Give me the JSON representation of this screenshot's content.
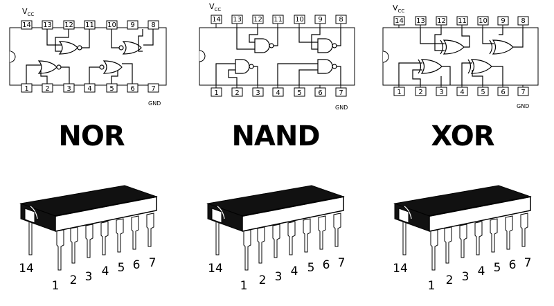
{
  "chips": [
    {
      "name": "NOR",
      "pins_top": [
        "14",
        "13",
        "12",
        "11",
        "10",
        "9",
        "8"
      ],
      "pins_bottom": [
        "1",
        "2",
        "3",
        "4",
        "5",
        "6",
        "7"
      ],
      "vcc": "V",
      "vcc_sub": "CC",
      "gnd": "GND"
    },
    {
      "name": "NAND",
      "pins_top": [
        "14",
        "13",
        "12",
        "11",
        "10",
        "9",
        "8"
      ],
      "pins_bottom": [
        "1",
        "2",
        "3",
        "4",
        "5",
        "6",
        "7"
      ],
      "vcc": "V",
      "vcc_sub": "CC",
      "gnd": "GND"
    },
    {
      "name": "XOR",
      "pins_top": [
        "14",
        "13",
        "12",
        "11",
        "10",
        "9",
        "8"
      ],
      "pins_bottom": [
        "1",
        "2",
        "3",
        "4",
        "5",
        "6",
        "7"
      ],
      "vcc": "V",
      "vcc_sub": "CC",
      "gnd": "GND"
    }
  ],
  "package_legs": {
    "right_labels": [
      "2",
      "3",
      "4",
      "5",
      "6",
      "7"
    ],
    "pin1": "1",
    "pin14": "14"
  }
}
